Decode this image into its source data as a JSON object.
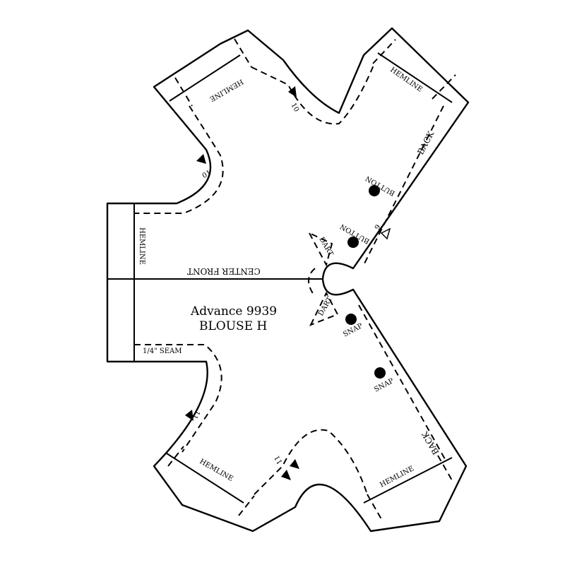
{
  "labels": {
    "title": "Advance 9939",
    "subtitle": "BLOUSE H",
    "center_front": "CENTER FRONT",
    "hemline": "HEMLINE",
    "back": "BACK",
    "button": "BUTTON",
    "snap": "SNAP",
    "dart": "DART",
    "seam_allowance": "1/4\" SEAM",
    "notch_10": "10",
    "notch_11": "11",
    "notch_9": "9"
  },
  "colors": {
    "line": "#000000",
    "paper": "#ffffff"
  }
}
